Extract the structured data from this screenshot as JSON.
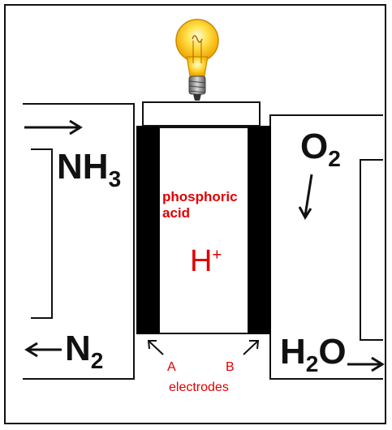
{
  "diagram": {
    "left_compartment": {
      "input_label": "NH",
      "input_subscript": "3",
      "output_label": "N",
      "output_subscript": "2"
    },
    "right_compartment": {
      "input_label": "O",
      "input_subscript": "2",
      "output_label": "H",
      "output_subscript": "2",
      "output_tail": "O"
    },
    "electrolyte": {
      "name_line1": "phosphoric",
      "name_line2": "acid",
      "ion": "H",
      "ion_charge": "+"
    },
    "electrode_labels": {
      "a": "A",
      "b": "B",
      "caption": "electrodes"
    },
    "colors": {
      "electrolyte_text": "#e00000",
      "electrode": "#000000",
      "bulb_glass": "#ffd21a",
      "bulb_base": "#8a8a8a"
    },
    "icons": [
      "light-bulb-icon",
      "arrow-right-icon",
      "arrow-left-icon",
      "arrow-down-icon"
    ]
  }
}
